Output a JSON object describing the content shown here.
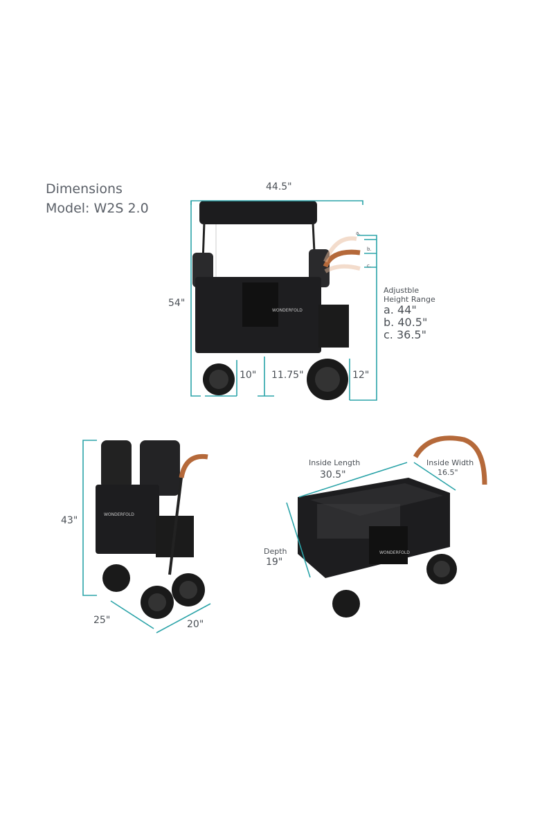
{
  "header": {
    "title": "Dimensions",
    "model": "Model: W2S 2.0"
  },
  "colors": {
    "dimension_line": "#2aa3a8",
    "text": "#555a60",
    "wagon": "#1c1c1e",
    "handle": "#b5693a"
  },
  "front_view": {
    "width": "44.5\"",
    "height": "54\"",
    "ground_clearance": "11.75\"",
    "front_wheel": "10\"",
    "rear_wheel": "12\"",
    "handle_positions": [
      "a.",
      "b.",
      "c."
    ],
    "adjustable": {
      "label_line1": "Adjustble",
      "label_line2": "Height Range",
      "a": "a. 44\"",
      "b": "b. 40.5\"",
      "c": "c. 36.5\""
    },
    "brand": "WONDERFOLD"
  },
  "folded_view": {
    "height": "43\"",
    "depth": "25\"",
    "width": "20\"",
    "brand": "WONDERFOLD"
  },
  "open_view": {
    "inside_length_label": "Inside Length",
    "inside_length": "30.5\"",
    "inside_width_label": "Inside Width",
    "inside_width": "16.5\"",
    "depth_label": "Depth",
    "depth": "19\"",
    "brand": "WONDERFOLD"
  }
}
